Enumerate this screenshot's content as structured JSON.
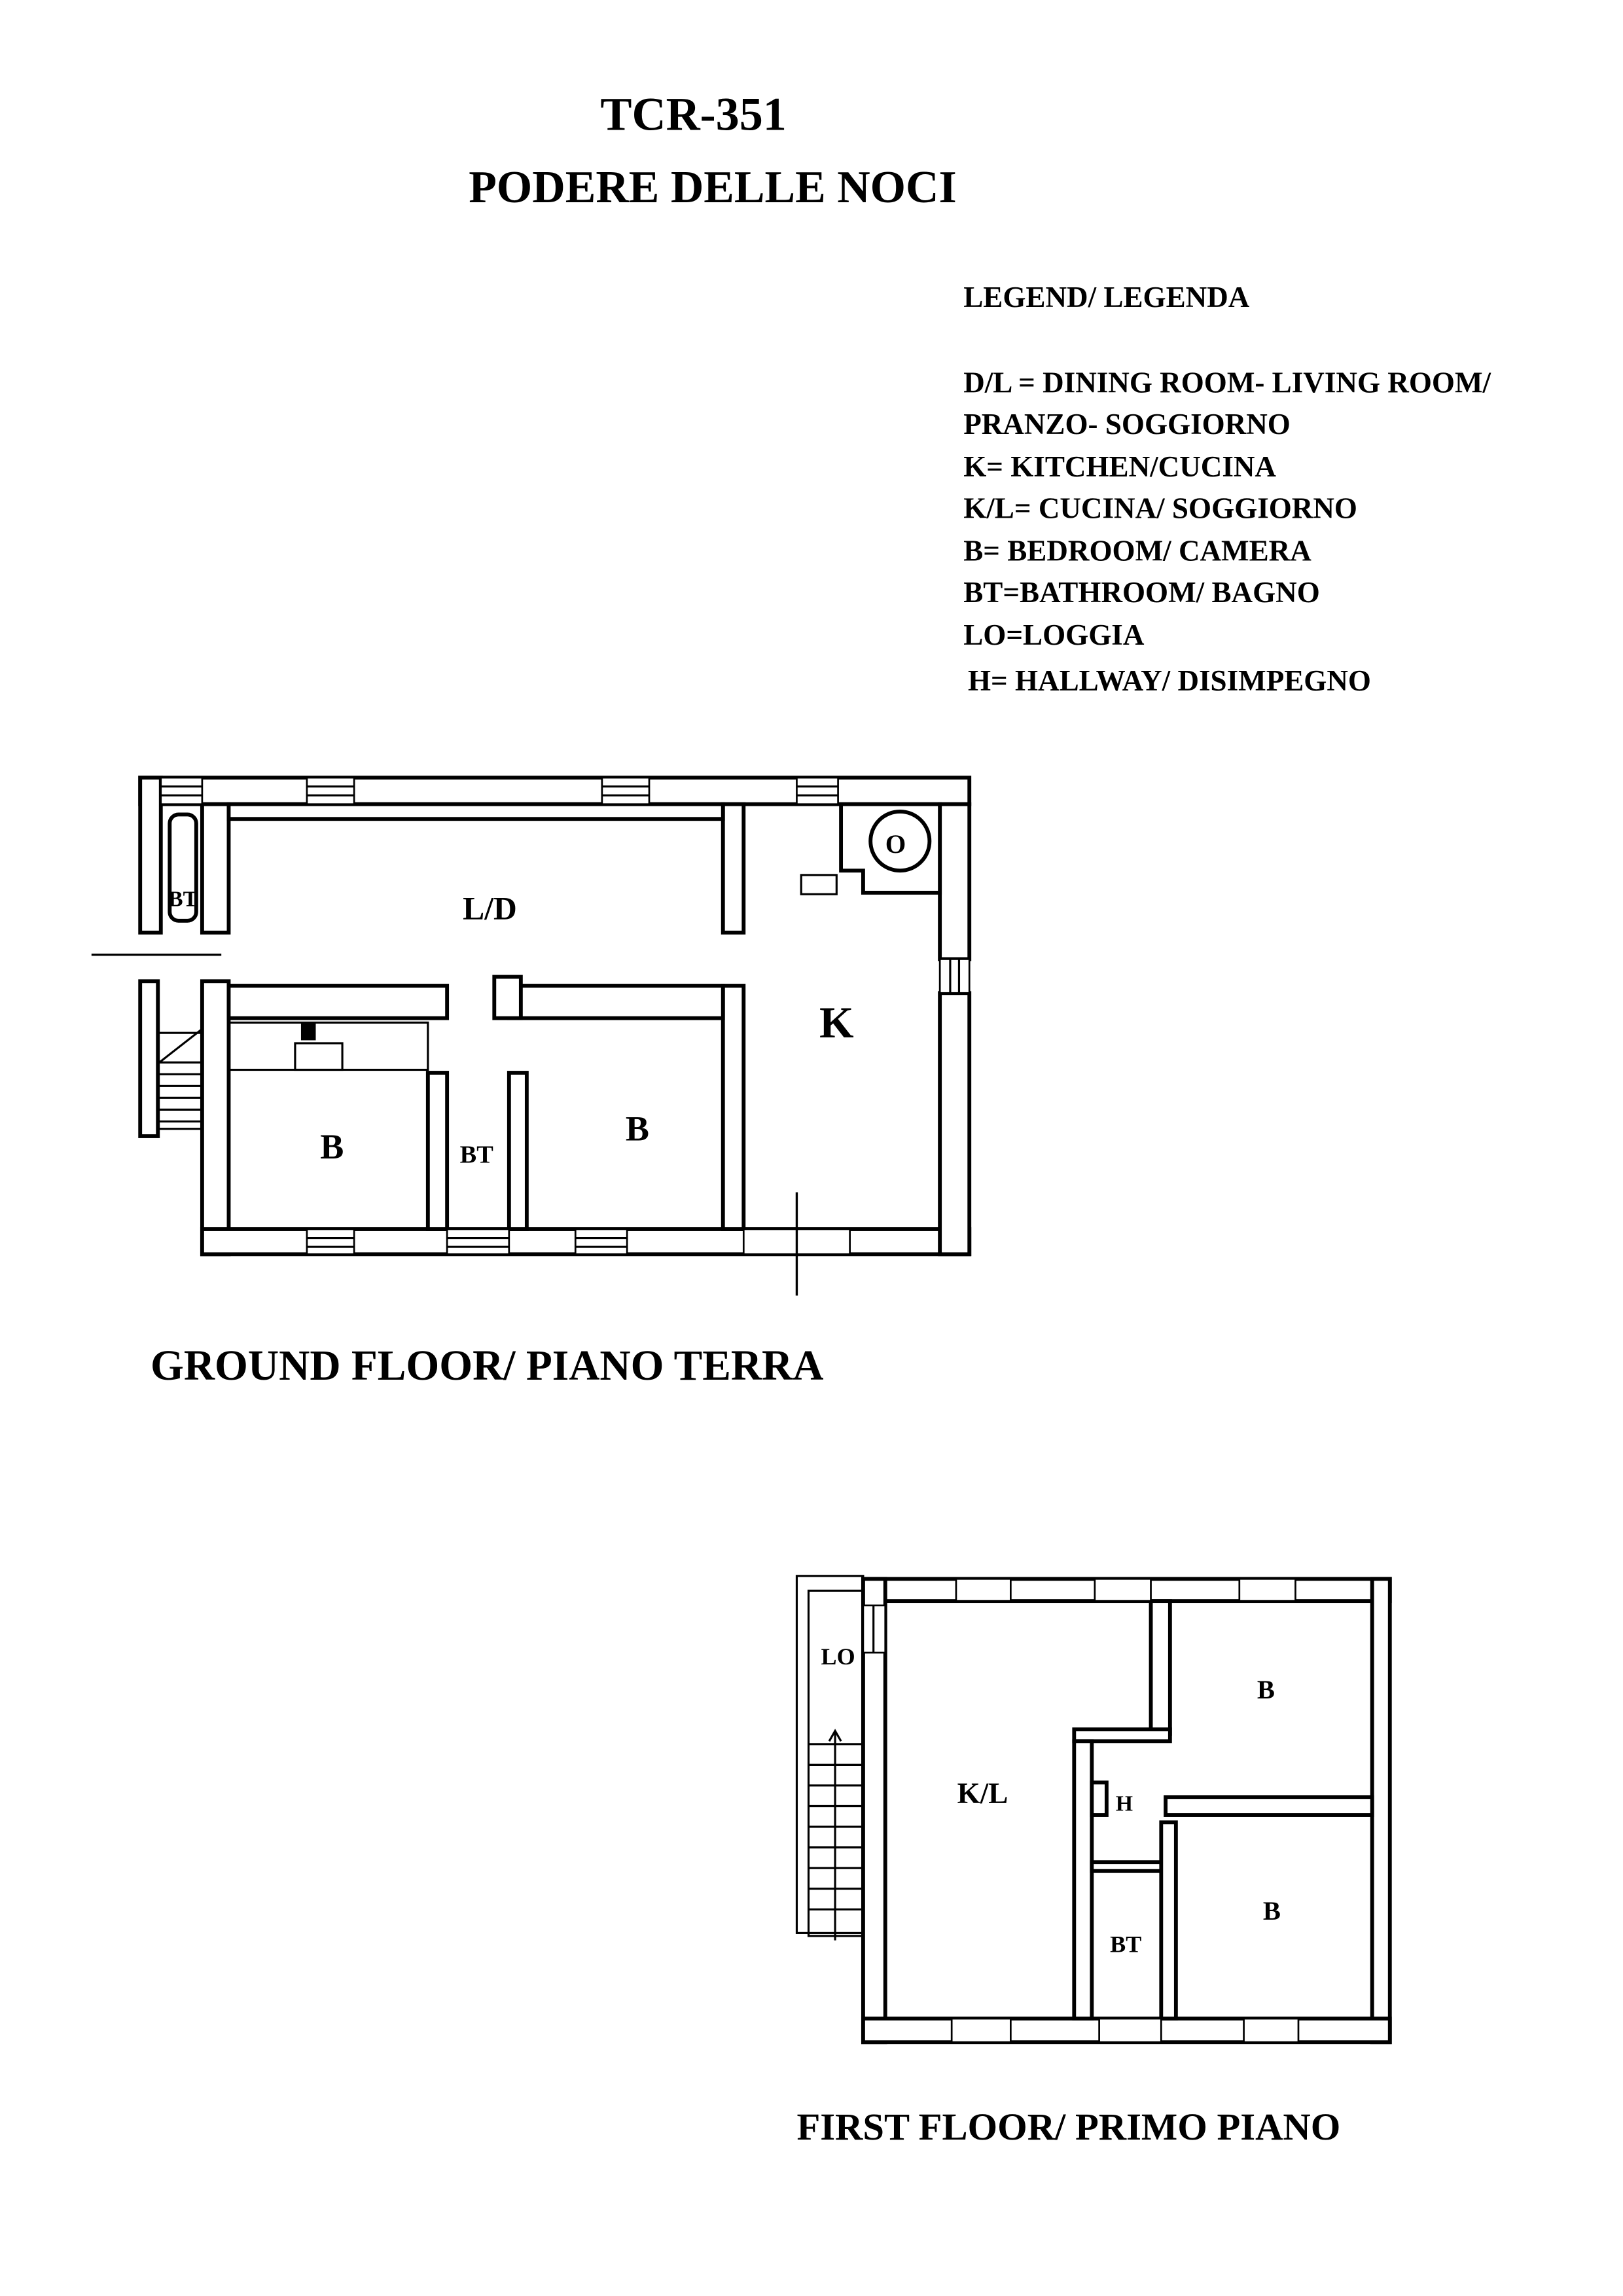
{
  "header": {
    "code": "TCR-351",
    "property_name": "PODERE DELLE NOCI"
  },
  "legend": {
    "title": "LEGEND/ LEGENDA",
    "items": [
      "D/L = DINING ROOM- LIVING ROOM/",
      "PRANZO- SOGGIORNO",
      "K= KITCHEN/CUCINA",
      "K/L= CUCINA/ SOGGIORNO",
      "B= BEDROOM/ CAMERA",
      "BT=BATHROOM/ BAGNO",
      "LO=LOGGIA",
      "H= HALLWAY/ DISIMPEGNO"
    ]
  },
  "ground_floor": {
    "caption": "GROUND FLOOR/ PIANO TERRA",
    "rooms": {
      "living_dining": "L/D",
      "kitchen": "K",
      "oven": "O",
      "bath_annex": "BT",
      "bedroom_1": "B",
      "bath": "BT",
      "bedroom_2": "B"
    }
  },
  "first_floor": {
    "caption": "FIRST FLOOR/ PRIMO PIANO",
    "rooms": {
      "loggia": "LO",
      "kitchen_living": "K/L",
      "bedroom_1": "B",
      "hallway": "H",
      "bedroom_2": "B",
      "bath": "BT"
    }
  }
}
